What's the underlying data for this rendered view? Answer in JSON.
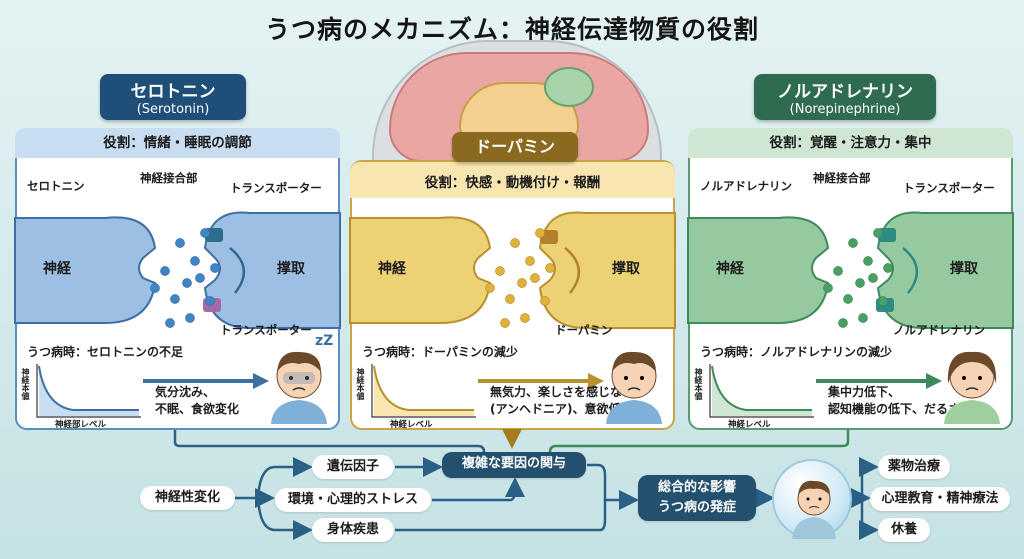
{
  "title": "うつ病のメカニズム：神経伝達物質の役割",
  "colors": {
    "blue": "#3d6fa3",
    "yellow": "#b8902e",
    "green": "#3f8a5c",
    "dark": "#23506e"
  },
  "panels": [
    {
      "tag": "セロトニン",
      "tag_sub": "(Serotonin)",
      "role": "役割：情緒・睡眠の調節",
      "nt_label": "セロトニン",
      "junction_label": "神経接合部",
      "transporter_top": "トランスポーター",
      "bottom_label": "トランスポーター",
      "neuron": "神経",
      "uptake": "撑取",
      "depression": "うつ病時：セロトニンの不足",
      "effect": "気分沈み、\n不眠、食欲変化",
      "y_axis": "神経本値",
      "x_axis": "神経部レベル",
      "face": "sleepy-boy",
      "zz": "zZ"
    },
    {
      "tag": "ドーパミン",
      "role": "役割：快感・動機付け・報酬",
      "bottom_label": "ドーパミン",
      "neuron": "神経",
      "uptake": "撑取",
      "depression": "うつ病時：ドーパミンの減少",
      "effect": "無気力、楽しさを感じない\n(アンヘドニア)、意欲低下",
      "y_axis": "神経本値",
      "x_axis": "神経レベル",
      "face": "neutral-boy"
    },
    {
      "tag": "ノルアドレナリン",
      "tag_sub": "(Norepinephrine)",
      "role": "役割：覚醒・注意力・集中",
      "nt_label": "ノルアドレナリン",
      "junction_label": "神経接合部",
      "transporter_top": "トランスポーター",
      "bottom_label": "ノルアドレナリン",
      "neuron": "神経",
      "uptake": "撑取",
      "depression": "うつ病時：ノルアドレナリンの減少",
      "effect": "集中力低下、\n認知機能の低下、だるさ",
      "y_axis": "神経本値",
      "x_axis": "神経レベル",
      "face": "tired-woman"
    }
  ],
  "flow": {
    "origin": "神経性変化",
    "factors": [
      "遺伝因子",
      "環境・心理的ストレス",
      "身体疾患"
    ],
    "complex": "複雑な要因の関与",
    "result_line1": "総合的な影響",
    "result_line2": "うつ病の発症",
    "treatments": [
      "薬物治療",
      "心理教育・精神療法",
      "休養"
    ]
  }
}
